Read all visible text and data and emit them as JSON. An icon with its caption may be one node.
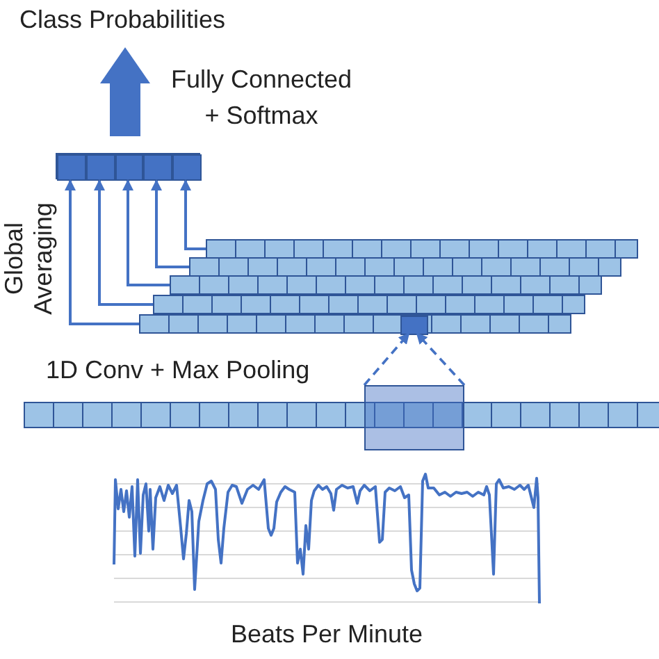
{
  "diagram": {
    "nodes": [
      {
        "text": [
          "Class Probabilities"
        ]
      },
      {
        "text": [],
        "shape": "bar"
      },
      {
        "text": [],
        "shape": "box",
        "in": 1
      },
      {
        "text": [],
        "shape": "box",
        "in": 1
      },
      {
        "text": [],
        "shape": "box",
        "in": 1
      },
      {
        "text": [],
        "shape": "box",
        "in": 1
      },
      {
        "text": [],
        "shape": "box",
        "in": 1
      },
      {
        "text": [],
        "shape": "bar"
      },
      {
        "text": [],
        "shape": "bar"
      },
      {
        "text": [],
        "shape": "bar"
      },
      {
        "text": [],
        "shape": "bar"
      },
      {
        "text": [],
        "shape": "bar"
      },
      {
        "text": [],
        "shape": "box",
        "in": 11
      },
      {
        "text": [],
        "shape": "bar"
      },
      {
        "text": [],
        "shape": "box"
      }
    ],
    "edges": [
      {
        "from": 11,
        "to": 2,
        "arrow": "to"
      },
      {
        "from": 10,
        "to": 3,
        "arrow": "to"
      },
      {
        "from": 9,
        "to": 4,
        "arrow": "to"
      },
      {
        "from": 8,
        "to": 5,
        "arrow": "to"
      },
      {
        "from": 7,
        "to": 6,
        "arrow": "to"
      },
      {
        "from": 1,
        "to": 0,
        "arrow": "to",
        "style": "thick",
        "label": "Fully Connected + Softmax"
      },
      {
        "from": 14,
        "to": 12,
        "arrow": "to",
        "style": "dashed"
      },
      {
        "from": 14,
        "to": 12,
        "arrow": "to",
        "style": "dashed"
      }
    ],
    "labels": [
      "Global Averaging",
      "1D Conv + Max Pooling",
      "Beats Per Minute"
    ]
  }
}
